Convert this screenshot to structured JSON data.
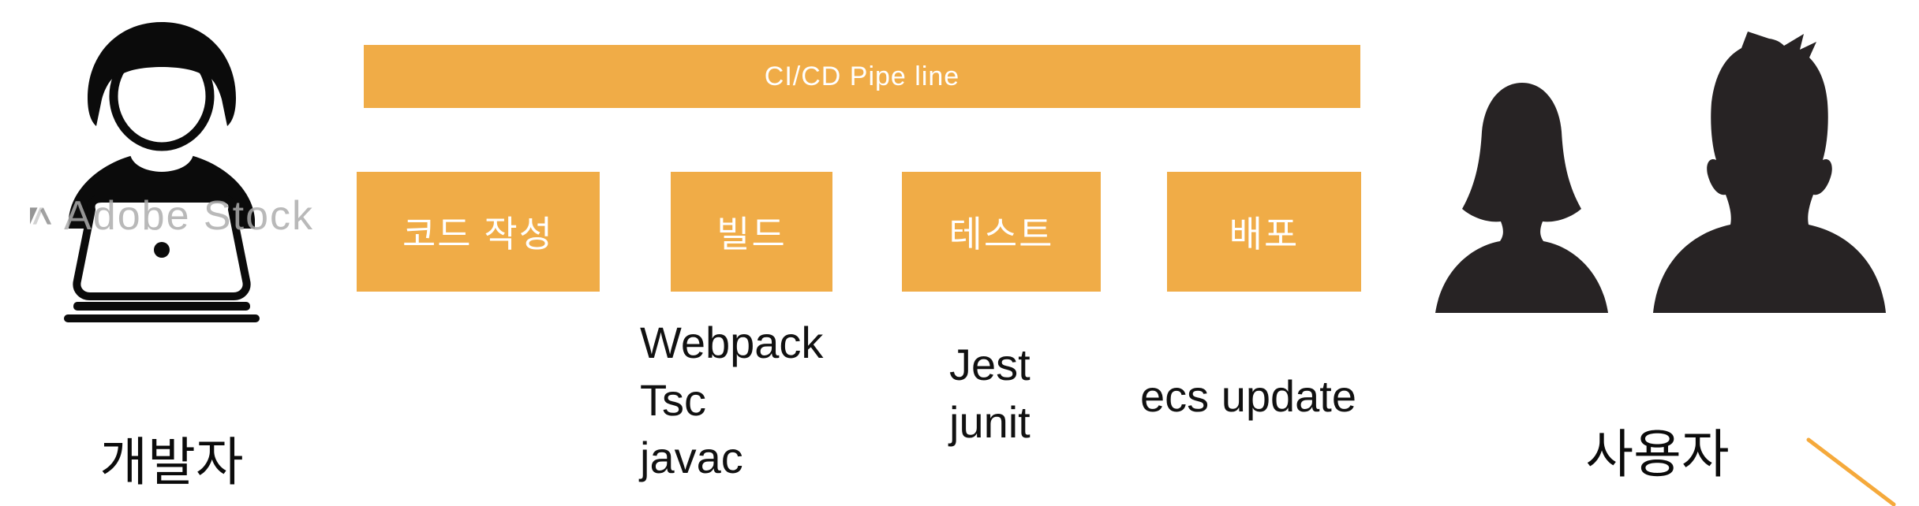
{
  "diagram_title": "CI/CD Pipe line",
  "watermark": {
    "text": "Adobe Stock"
  },
  "developer": {
    "label": "개발자"
  },
  "users": {
    "label": "사용자"
  },
  "pipeline": {
    "banner_label": "CI/CD Pipe line",
    "stages": [
      {
        "label": "코드 작성",
        "tools": []
      },
      {
        "label": "빌드",
        "tools": [
          "Webpack",
          "Tsc",
          "javac"
        ]
      },
      {
        "label": "테스트",
        "tools": [
          "Jest",
          "junit"
        ]
      },
      {
        "label": "배포",
        "tools": [
          "ecs update"
        ]
      }
    ]
  },
  "colors": {
    "stage_orange": "#F0AC47",
    "accent_line_orange": "#F5A93B",
    "silhouette_black": "#272324",
    "text_black": "#111111",
    "watermark_gray": "#ADADAD"
  }
}
